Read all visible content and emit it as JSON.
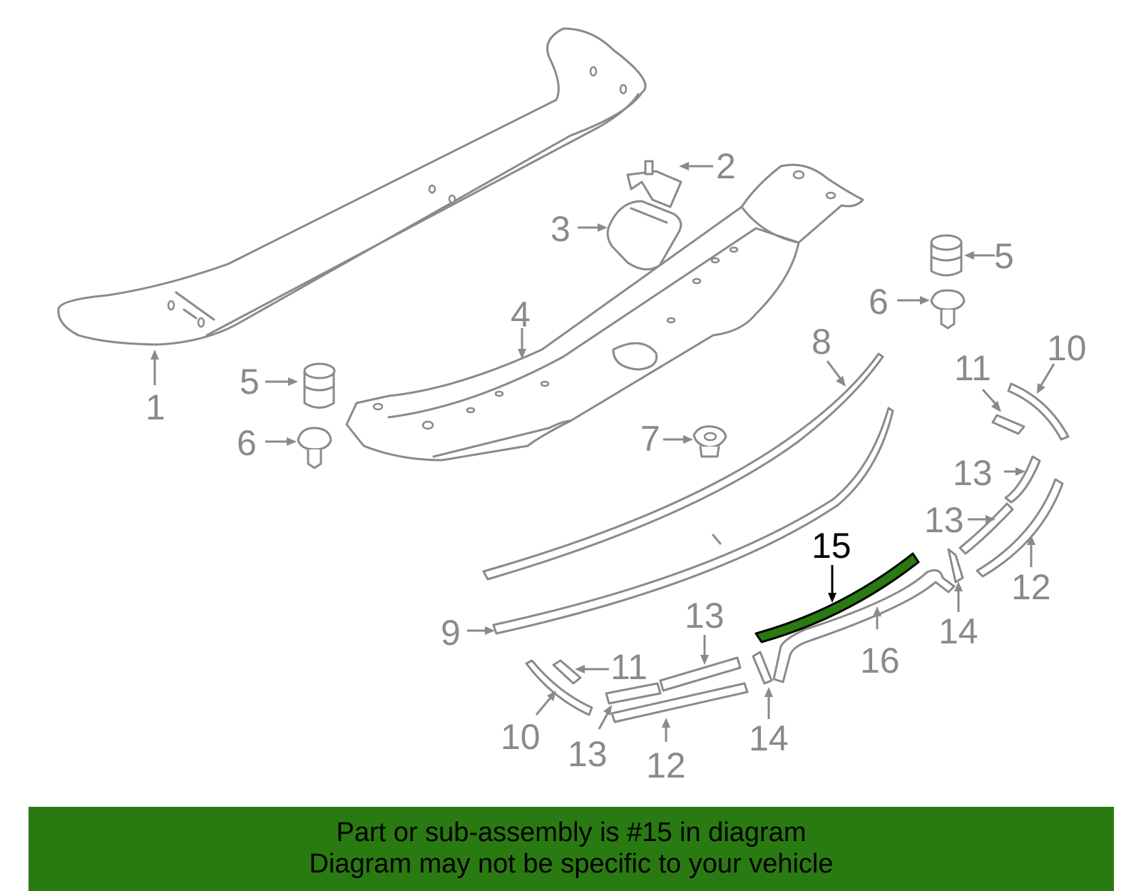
{
  "callouts": {
    "c1": "1",
    "c2": "2",
    "c3": "3",
    "c4": "4",
    "c5a": "5",
    "c5b": "5",
    "c6a": "6",
    "c6b": "6",
    "c7": "7",
    "c8": "8",
    "c9": "9",
    "c10a": "10",
    "c10b": "10",
    "c11a": "11",
    "c11b": "11",
    "c12a": "12",
    "c12b": "12",
    "c13a": "13",
    "c13b": "13",
    "c13c": "13",
    "c13d": "13",
    "c14a": "14",
    "c14b": "14",
    "c15": "15",
    "c16": "16"
  },
  "highlight": {
    "part_number": "15",
    "color": "#2a7a12"
  },
  "banner": {
    "line1": "Part or sub-assembly is #15 in diagram",
    "line2": "Diagram may not be specific to your vehicle",
    "background": "#2a7a12"
  }
}
